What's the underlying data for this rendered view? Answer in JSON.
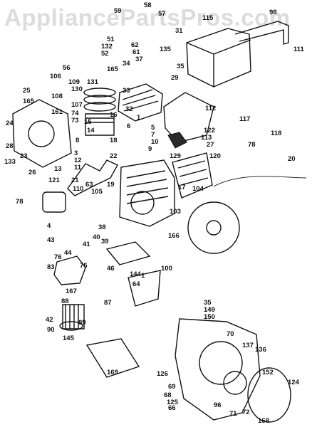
{
  "watermark": "AppliancePartsPros.com",
  "part_labels": [
    "59",
    "58",
    "57",
    "31",
    "115",
    "98",
    "111",
    "51",
    "132",
    "52",
    "62",
    "61",
    "37",
    "135",
    "56",
    "165",
    "34",
    "35",
    "29",
    "106",
    "109",
    "130",
    "131",
    "25",
    "108",
    "107",
    "74",
    "73",
    "161",
    "165",
    "24",
    "28",
    "133",
    "26",
    "23",
    "33",
    "32",
    "112",
    "117",
    "122",
    "113",
    "27",
    "78",
    "118",
    "15",
    "14",
    "16",
    "1",
    "6",
    "5",
    "7",
    "10",
    "9",
    "8",
    "18",
    "17",
    "3",
    "12",
    "11",
    "13",
    "22",
    "129",
    "120",
    "121",
    "21",
    "110",
    "63",
    "19",
    "105",
    "104",
    "20",
    "78",
    "103",
    "4",
    "43",
    "44",
    "41",
    "38",
    "39",
    "40",
    "76",
    "83",
    "167",
    "75",
    "46",
    "166",
    "100",
    "64",
    "144",
    "1",
    "42",
    "88",
    "87",
    "89",
    "90",
    "145",
    "35",
    "149",
    "150",
    "70",
    "137",
    "136",
    "169",
    "126",
    "69",
    "68",
    "125",
    "66",
    "96",
    "71",
    "72",
    "152",
    "124",
    "168"
  ]
}
